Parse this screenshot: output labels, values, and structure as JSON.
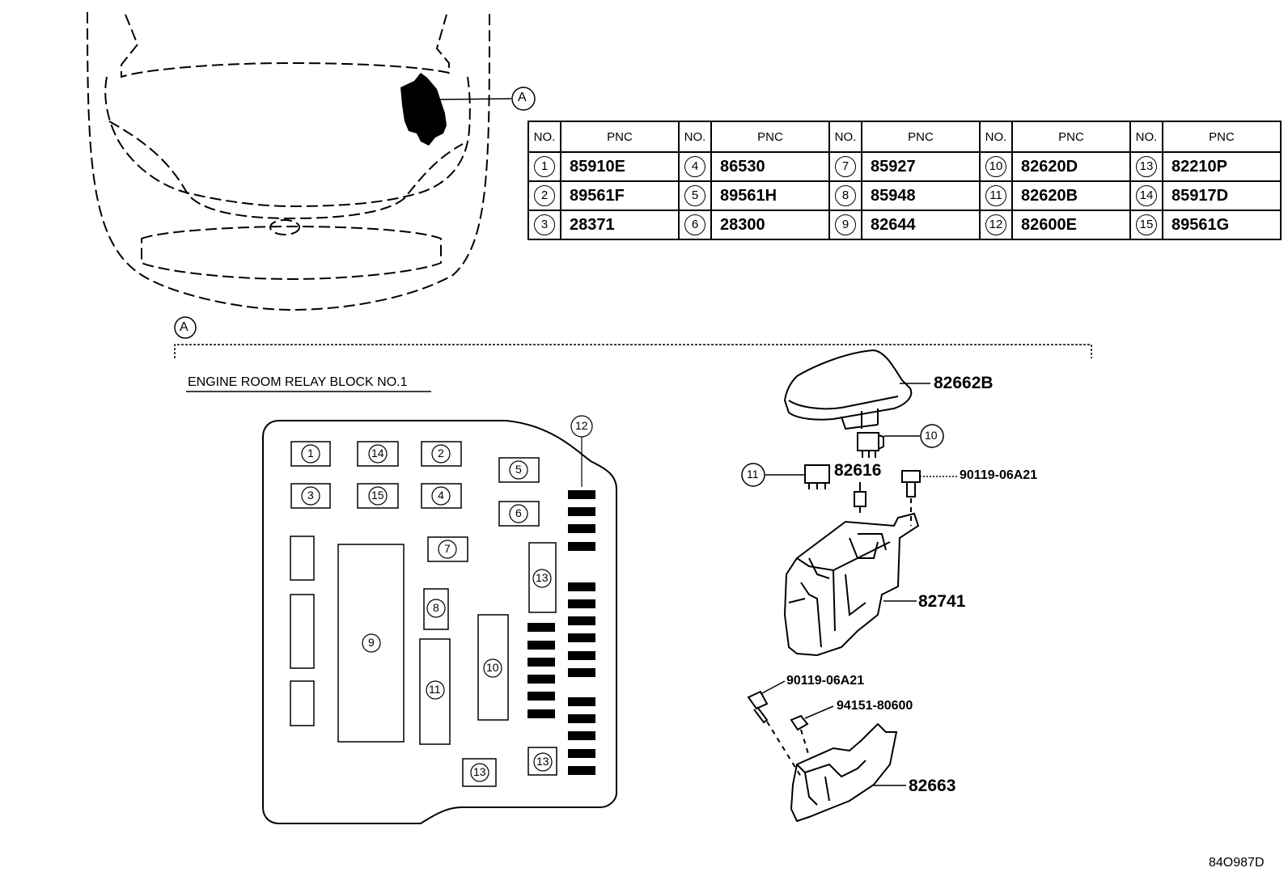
{
  "callout_A": "A",
  "section_title": "ENGINE ROOM RELAY BLOCK NO.1",
  "table": {
    "headers": {
      "no": "NO.",
      "pnc": "PNC"
    },
    "rows": [
      [
        {
          "no": "1",
          "pnc": "85910E"
        },
        {
          "no": "4",
          "pnc": "86530"
        },
        {
          "no": "7",
          "pnc": "85927"
        },
        {
          "no": "10",
          "pnc": "82620D"
        },
        {
          "no": "13",
          "pnc": "82210P"
        }
      ],
      [
        {
          "no": "2",
          "pnc": "89561F"
        },
        {
          "no": "5",
          "pnc": "89561H"
        },
        {
          "no": "8",
          "pnc": "85948"
        },
        {
          "no": "11",
          "pnc": "82620B"
        },
        {
          "no": "14",
          "pnc": "85917D"
        }
      ],
      [
        {
          "no": "3",
          "pnc": "28371"
        },
        {
          "no": "6",
          "pnc": "28300"
        },
        {
          "no": "9",
          "pnc": "82644"
        },
        {
          "no": "12",
          "pnc": "82600E"
        },
        {
          "no": "15",
          "pnc": "89561G"
        }
      ]
    ]
  },
  "relay_block_slots": [
    "1",
    "14",
    "2",
    "3",
    "15",
    "4",
    "5",
    "6",
    "7",
    "9",
    "8",
    "13",
    "11",
    "10",
    "13",
    "13",
    "12"
  ],
  "parts": {
    "cover": "82662B",
    "relay_10": "10",
    "relay_11": "11",
    "connector": "82616",
    "bolt_top": "90119-06A21",
    "box": "82741",
    "bolt_bottom": "90119-06A21",
    "nut": "94151-80600",
    "lower_cover": "82663"
  },
  "diagram_id": "84O987D"
}
